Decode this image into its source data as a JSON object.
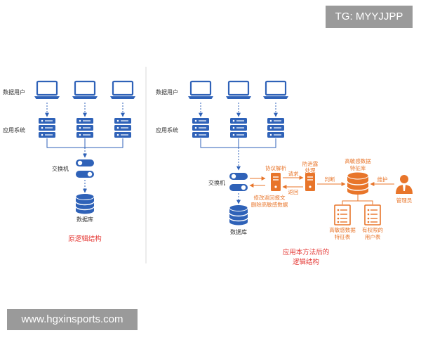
{
  "watermarks": {
    "top_right": "TG: MYYJJPP",
    "bottom_left": "www.hgxinsports.com"
  },
  "colors": {
    "blue": "#2f62b8",
    "orange": "#e8752a",
    "red_caption": "#e53935",
    "gray_text": "#333333"
  },
  "left_diagram": {
    "row_label_users": "数据用户",
    "row_label_apps": "应用系统",
    "switch_label": "交换机",
    "db_label": "数据库",
    "caption": "原逻辑结构"
  },
  "right_diagram": {
    "row_label_users": "数据用户",
    "row_label_apps": "应用系统",
    "switch_label": "交换机",
    "db_label": "数据库",
    "protocol_parse": "协议解析",
    "leak_prevention_line1": "防泄露",
    "leak_prevention_line2": "处理",
    "request": "请求",
    "return": "返回",
    "judge": "判断",
    "feature_db_line1": "高敏感数据",
    "feature_db_line2": "特征库",
    "maintain": "维护",
    "admin": "管理员",
    "modify_line1": "修改返回报文",
    "modify_line2": "删除高敏感数据",
    "table1_line1": "高敏感数据",
    "table1_line2": "特征表",
    "table2_line1": "有权限的",
    "table2_line2": "用户表",
    "caption_line1": "应用本方法后的",
    "caption_line2": "逻辑结构"
  }
}
